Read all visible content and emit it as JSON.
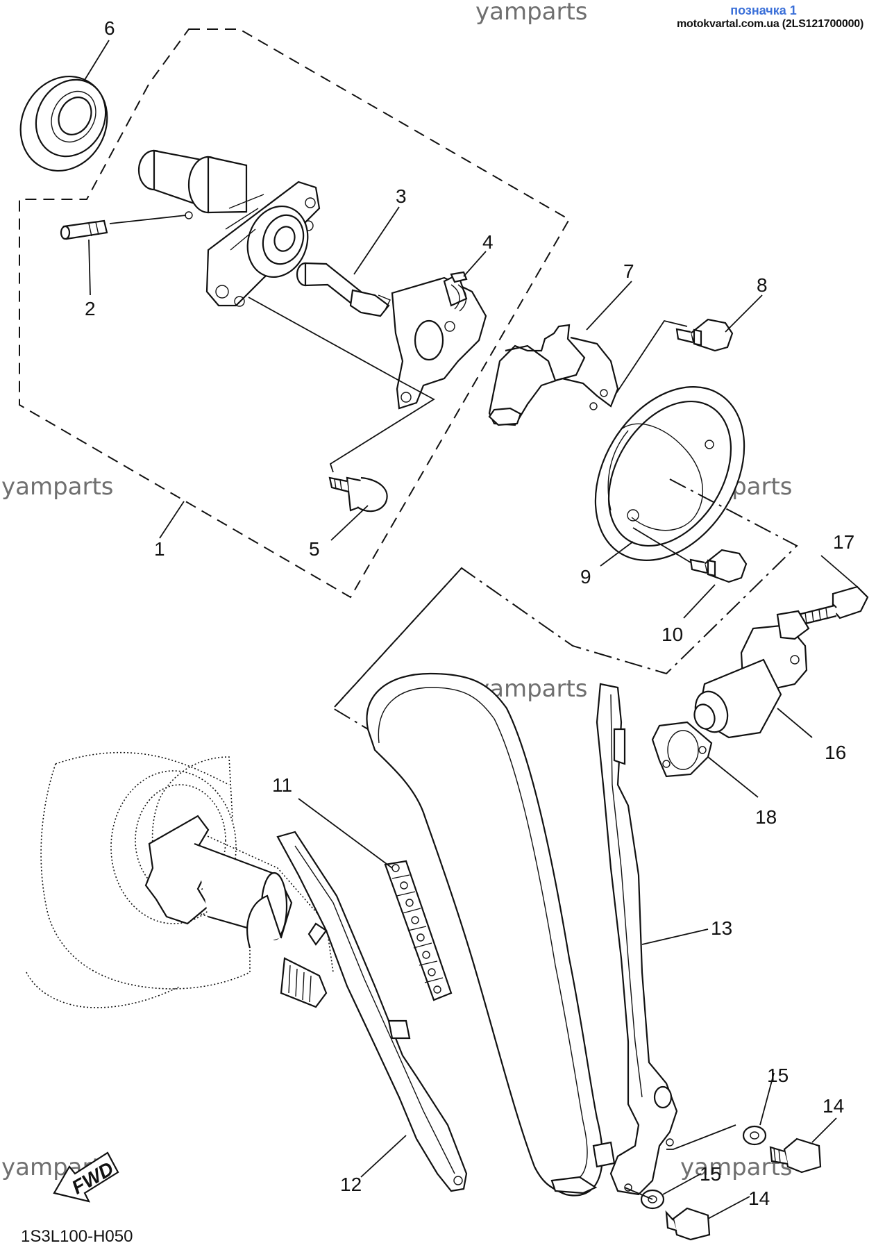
{
  "header": {
    "title": "позначка 1",
    "source": "motokvartal.com.ua (2LS121700000)"
  },
  "watermark_text": "yamparts",
  "diagram_code": "1S3L100-H050",
  "fwd_label": "FWD",
  "callouts": [
    {
      "id": "1",
      "label": "1"
    },
    {
      "id": "2",
      "label": "2"
    },
    {
      "id": "3",
      "label": "3"
    },
    {
      "id": "4",
      "label": "4"
    },
    {
      "id": "5",
      "label": "5"
    },
    {
      "id": "6",
      "label": "6"
    },
    {
      "id": "7",
      "label": "7"
    },
    {
      "id": "8",
      "label": "8"
    },
    {
      "id": "9",
      "label": "9"
    },
    {
      "id": "10",
      "label": "10"
    },
    {
      "id": "11",
      "label": "11"
    },
    {
      "id": "12",
      "label": "12"
    },
    {
      "id": "13",
      "label": "13"
    },
    {
      "id": "14a",
      "label": "14"
    },
    {
      "id": "14b",
      "label": "14"
    },
    {
      "id": "15a",
      "label": "15"
    },
    {
      "id": "15b",
      "label": "15"
    },
    {
      "id": "16",
      "label": "16"
    },
    {
      "id": "17",
      "label": "17"
    },
    {
      "id": "18",
      "label": "18"
    }
  ]
}
